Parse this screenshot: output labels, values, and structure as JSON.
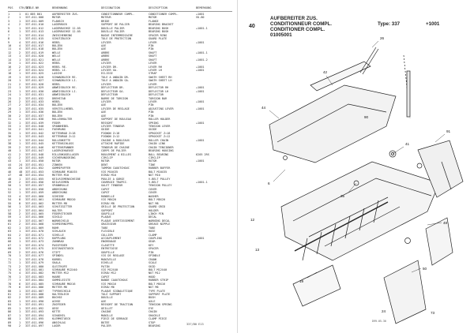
{
  "left_page": {
    "columns": [
      "POS",
      "STK/QTE",
      "TEILE-NR",
      "BENENNUNG",
      "DESIGNATION",
      "DESCRIPTION",
      "BEMERKUNG"
    ],
    "rows": [
      [
        "1",
        "1",
        "01 005 001",
        "AUFBEREITER ZUS.",
        "CONDITIONNEUR COMPL.",
        "CONDITIONER COMPL.",
        "+1001"
      ],
      [
        "2",
        "1",
        "337.011.008",
        "MOTOR",
        "MOTEUR",
        "MOTOR",
        "VU-80"
      ],
      [
        "3",
        "1",
        "337.011.009",
        "FLANSCH",
        "BRIDE",
        "FLANGE",
        ""
      ],
      [
        "4",
        "2",
        "337.011.010",
        "LAGERBOCK",
        "SUPPORT DE PALIER",
        "BEARING BRACKET",
        ""
      ],
      [
        "5",
        "1",
        "337.011.012",
        "LAGERBUCHSE 12.05",
        "DOUILLE PALIER",
        "BEARING BUSH",
        "+1001.1"
      ],
      [
        "6",
        "1",
        "337.011.013",
        "LAGERBUCHSE 12.05",
        "DOUILLE PALIER",
        "BEARING BUSH",
        ""
      ],
      [
        "7",
        "1",
        "337.011.014",
        "ZWISCHENRING",
        "BAGUE INTERMEDIAIRE",
        "SPACER RING",
        ""
      ],
      [
        "8",
        "1",
        "337.011.015",
        "SCHUTZBLECH",
        "TOLE DE PROTECTION",
        "GUARD PLATE",
        ""
      ],
      [
        "9",
        "4",
        "337.011.016",
        "HEBEL",
        "LEVIER",
        "LEVER",
        "+1001"
      ],
      [
        "10",
        "4",
        "337.011.017",
        "BOLZEN",
        "AXE",
        "PIN",
        ""
      ],
      [
        "11",
        "4",
        "337.011.018",
        "BOLZEN",
        "AXE",
        "PIN",
        ""
      ],
      [
        "12",
        "2",
        "337.011.019",
        "WELLE",
        "ARBRE",
        "SHAFT",
        "+1001.1"
      ],
      [
        "13",
        "1",
        "337.011.020",
        "WELLE",
        "ARBRE",
        "SHAFT",
        ""
      ],
      [
        "14",
        "1",
        "337.011.021",
        "WELLE",
        "ARBRE",
        "SHAFT",
        "+1001.2"
      ],
      [
        "15",
        "1",
        "337.011.022",
        "HEBEL",
        "LEVIER",
        "LEVER",
        ""
      ],
      [
        "16",
        "2",
        "337.011.023",
        "HEBEL RE.",
        "LEVIER DR.",
        "LEVER RH",
        "+1001"
      ],
      [
        "17",
        "2",
        "337.011.024",
        "HEBEL LI.",
        "LEVIER GA.",
        "LEVER LH",
        "+1001"
      ],
      [
        "18",
        "1",
        "337.011.025",
        "LASCHE",
        "ECLISSE",
        "STRAP",
        ""
      ],
      [
        "19",
        "1",
        "337.011.026",
        "SCHWADBLECH RE.",
        "TOLE A ANDAIN DR.",
        "SWATH SHEET RH",
        ""
      ],
      [
        "20",
        "1",
        "337.011.027",
        "SCHWADBLECH LI.",
        "TOLE A ANDAIN GA.",
        "SWATH SHEET LH",
        ""
      ],
      [
        "21",
        "2",
        "337.011.028",
        "HEBEL",
        "LEVIER",
        "LEVER",
        ""
      ],
      [
        "22",
        "1",
        "337.011.029",
        "ABWEISBLECH RE.",
        "DEFLECTEUR DR.",
        "DEFLECTOR RH",
        "+1001"
      ],
      [
        "23",
        "1",
        "337.011.030",
        "ABWEISBLECH LI.",
        "DEFLECTEUR GA.",
        "DEFLECTOR LH",
        "+1001"
      ],
      [
        "24",
        "1",
        "337.011.031",
        "ABWEISBLECH",
        "DEFLECTEUR",
        "DEFLECTOR",
        ""
      ],
      [
        "25",
        "2",
        "337.011.032",
        "DREHSTAB",
        "BARRE DE TORSION",
        "TORSION BAR",
        ""
      ],
      [
        "26",
        "2",
        "337.011.033",
        "HEBEL",
        "LEVIER",
        "LEVER",
        "+1001"
      ],
      [
        "27",
        "2",
        "337.011.034",
        "BOLZEN",
        "AXE",
        "PIN",
        ""
      ],
      [
        "28",
        "1",
        "337.011.035",
        "VERSTELLHEBEL",
        "LEVIER DE REGLAGE",
        "ADJUSTING LEVER",
        "+1001"
      ],
      [
        "29",
        "1",
        "337.011.036",
        "BOLZEN",
        "AXE",
        "PIN",
        ""
      ],
      [
        "30",
        "2",
        "337.011.037",
        "BOLZEN",
        "AXE",
        "PIN",
        ""
      ],
      [
        "31",
        "1",
        "337.011.038",
        "ROLLENHALTER",
        "SUPPORT DE ROULEAU",
        "ROLLER HOLDER",
        ""
      ],
      [
        "32",
        "1",
        "337.011.039",
        "FEDER",
        "RESSORT",
        "SPRING",
        "+1001"
      ],
      [
        "33",
        "1",
        "337.011.040",
        "SPANNHEBEL",
        "LEVIER TENDEUR",
        "TENSION LEVER",
        ""
      ],
      [
        "34",
        "2",
        "337.011.041",
        "FUEHRUNG",
        "GUIDE",
        "GUIDE",
        ""
      ],
      [
        "35",
        "1",
        "337.011.042",
        "KETTENRAD Z=18",
        "PIGNON Z=18",
        "SPROCKET Z=18",
        ""
      ],
      [
        "36",
        "1",
        "337.011.043",
        "KETTENRAD Z=12",
        "PIGNON Z=12",
        "SPROCKET Z=12",
        ""
      ],
      [
        "37",
        "1",
        "337.011.044",
        "ROLLENKETTE",
        "CHAINE A ROULEAUX",
        "ROLLER CHAIN",
        "+1001"
      ],
      [
        "38",
        "1",
        "337.011.045",
        "KETTENSCHLOSS",
        "ATTACHE RAPIDE",
        "CHAIN LINK",
        ""
      ],
      [
        "39",
        "2",
        "337.011.046",
        "KETTENSPANNER",
        "TENDEUR DE CHAINE",
        "CHAIN TENSIONER",
        ""
      ],
      [
        "40",
        "1",
        "337.011.047",
        "LAGERGEHAEUSE",
        "CORPS DE PALIER",
        "BEARING HOUSING",
        ""
      ],
      [
        "41",
        "2",
        "337.011.048",
        "RILLENKUGELLAGER",
        "ROULEMENT A BILLES",
        "BALL BEARING",
        "6205 2RS"
      ],
      [
        "42",
        "2",
        "337.011.049",
        "SICHERUNGSRING",
        "CIRCLIP",
        "CIRCLIP",
        ""
      ],
      [
        "43",
        "1",
        "337.011.050",
        "ROTOR",
        "ROTOR",
        "ROTOR",
        "+1001"
      ],
      [
        "44",
        "24",
        "337.011.051",
        "ZINKEN",
        "DENT",
        "TINE",
        ""
      ],
      [
        "45",
        "24",
        "337.011.052",
        "GUMMIPUFFER",
        "TAMPON CAOUTCHOUC",
        "RUBBER BUFFER",
        ""
      ],
      [
        "46",
        "48",
        "337.011.053",
        "SCHRAUBE M10X35",
        "VIS M10X35",
        "BOLT M10X35",
        ""
      ],
      [
        "47",
        "48",
        "337.011.054",
        "MUTTER M10",
        "ECROU M10",
        "NUT M10",
        ""
      ],
      [
        "48",
        "1",
        "337.011.055",
        "KEILRIEMENSCHEIBE",
        "POULIE A GORGE",
        "V-BELT PULLEY",
        ""
      ],
      [
        "49",
        "2",
        "337.011.056",
        "KEILRIEMEN",
        "COURROIE TRAPEZ.",
        "V-BELT",
        "+1001.1"
      ],
      [
        "50",
        "1",
        "337.011.057",
        "SPANNROLLE",
        "GALET TENDEUR",
        "TENSION PULLEY",
        ""
      ],
      [
        "51",
        "1",
        "337.011.058",
        "ABDECKUNG",
        "CAPOT",
        "COVER",
        ""
      ],
      [
        "52",
        "1",
        "337.011.059",
        "ABDECKUNG",
        "CAPOT",
        "COVER",
        ""
      ],
      [
        "53",
        "4",
        "337.011.060",
        "SCHEIBE",
        "RONDELLE",
        "WASHER",
        ""
      ],
      [
        "54",
        "8",
        "337.011.061",
        "SCHRAUBE M8X20",
        "VIS M8X20",
        "BOLT M8X20",
        ""
      ],
      [
        "55",
        "8",
        "337.011.062",
        "MUTTER M8",
        "ECROU M8",
        "NUT M8",
        ""
      ],
      [
        "56",
        "1",
        "337.011.063",
        "SCHUTZGITTER",
        "GRILLE DE PROTECTION",
        "GUARD GRID",
        ""
      ],
      [
        "57",
        "2",
        "337.011.064",
        "HALTER",
        "SUPPORT",
        "HOLDER",
        ""
      ],
      [
        "58",
        "2",
        "337.011.065",
        "FEDERSTECKER",
        "GOUPILLE",
        "LINCH PIN",
        ""
      ],
      [
        "59",
        "1",
        "337.011.066",
        "SCHILD",
        "PLAQUE",
        "DECAL",
        ""
      ],
      [
        "60",
        "1",
        "337.011.067",
        "WARNSCHILD",
        "PLAQUE AVERTISSEMENT",
        "WARNING DECAL",
        ""
      ],
      [
        "61",
        "2",
        "337.011.068",
        "SCHMIERNIPPEL",
        "GRAISSEUR",
        "GREASE NIPPLE",
        ""
      ],
      [
        "62",
        "1",
        "337.011.069",
        "ROHR",
        "TUBE",
        "TUBE",
        ""
      ],
      [
        "63",
        "1",
        "337.011.070",
        "SCHLAUCH",
        "FLEXIBLE",
        "HOSE",
        ""
      ],
      [
        "64",
        "2",
        "337.011.071",
        "SCHELLE",
        "COLLIER",
        "CLAMP",
        ""
      ],
      [
        "65",
        "1",
        "337.011.072",
        "KUPPLUNG",
        "ACCOUPLEMENT",
        "COUPLING",
        "+1001"
      ],
      [
        "66",
        "1",
        "337.011.073",
        "ZAHNRAD",
        "ENGRENAGE",
        "GEAR",
        ""
      ],
      [
        "67",
        "1",
        "337.011.074",
        "PASSFEDER",
        "CLAVETTE",
        "KEY",
        ""
      ],
      [
        "68",
        "1",
        "337.011.075",
        "DISTANZSTUECK",
        "ENTRETOISE",
        "SPACER",
        ""
      ],
      [
        "69",
        "2",
        "337.011.076",
        "STIFT",
        "GOUPILLE",
        "PIN",
        ""
      ],
      [
        "70",
        "1",
        "337.011.077",
        "SPINDEL",
        "VIS DE REGLAGE",
        "SPINDLE",
        ""
      ],
      [
        "71",
        "1",
        "337.011.078",
        "KURBEL",
        "MANIVELLE",
        "CRANK",
        ""
      ],
      [
        "72",
        "1",
        "337.011.079",
        "SKALA",
        "ECHELLE",
        "SCALE",
        ""
      ],
      [
        "73",
        "2",
        "337.011.080",
        "GLEITKUFE",
        "PATIN",
        "SKID",
        ""
      ],
      [
        "74",
        "4",
        "337.011.081",
        "SCHRAUBE M12X40",
        "VIS M12X40",
        "BOLT M12X40",
        ""
      ],
      [
        "75",
        "4",
        "337.011.082",
        "MUTTER M12",
        "ECROU M12",
        "NUT M12",
        ""
      ],
      [
        "76",
        "1",
        "337.011.083",
        "HAUBE",
        "CAPOT",
        "HOOD",
        ""
      ],
      [
        "77",
        "1",
        "337.011.084",
        "GUMMILEISTE",
        "BANDE CAOUTCHOUC",
        "RUBBER STRIP",
        ""
      ],
      [
        "78",
        "6",
        "337.011.085",
        "SCHRAUBE M6X16",
        "VIS M6X16",
        "BOLT M6X16",
        ""
      ],
      [
        "79",
        "6",
        "337.011.086",
        "MUTTER M6",
        "ECROU M6",
        "NUT M6",
        ""
      ],
      [
        "80",
        "1",
        "337.011.087",
        "TYPENSCHILD",
        "PLAQUE SIGNALETIQUE",
        "TYPE PLATE",
        ""
      ],
      [
        "81",
        "1",
        "337.011.088",
        "HALTEBLECH",
        "TOLE SUPPORT",
        "SUPPORT PLATE",
        ""
      ],
      [
        "82",
        "2",
        "337.011.089",
        "BUCHSE",
        "DOUILLE",
        "BUSH",
        ""
      ],
      [
        "83",
        "1",
        "337.011.090",
        "ACHSE",
        "AXE",
        "AXLE",
        ""
      ],
      [
        "84",
        "1",
        "337.011.091",
        "ZUGFEDER",
        "RESSORT DE TRACTION",
        "TENSION SPRING",
        ""
      ],
      [
        "85",
        "1",
        "337.011.092",
        "OESE",
        "OEILLET",
        "EYE",
        ""
      ],
      [
        "86",
        "1",
        "337.011.093",
        "KETTE",
        "CHAINE",
        "CHAIN",
        ""
      ],
      [
        "87",
        "1",
        "337.011.094",
        "SCHAEKEL",
        "MANILLE",
        "SHACKLE",
        ""
      ],
      [
        "88",
        "1",
        "337.011.095",
        "KLEMMSTUECK",
        "PIECE DE SERRAGE",
        "CLAMP PIECE",
        ""
      ],
      [
        "89",
        "1",
        "337.011.096",
        "ANSCHLAG",
        "BUTEE",
        "STOP",
        ""
      ],
      [
        "90",
        "2",
        "337.011.097",
        "LAGER",
        "PALIER",
        "BEARING",
        ""
      ]
    ],
    "footer": "337/B0 E13"
  },
  "right_page": {
    "sheet_no": "40",
    "title_de": "AUFBEREITER ZUS.",
    "title_fr": "CONDITIONNEUR COMPL.",
    "title_en": "CONDITIONER COMPL.",
    "type_label": "Type: 337",
    "type_code": "+1001",
    "drawing_no": "01005001",
    "drawing_ref": "D99-05-30"
  }
}
